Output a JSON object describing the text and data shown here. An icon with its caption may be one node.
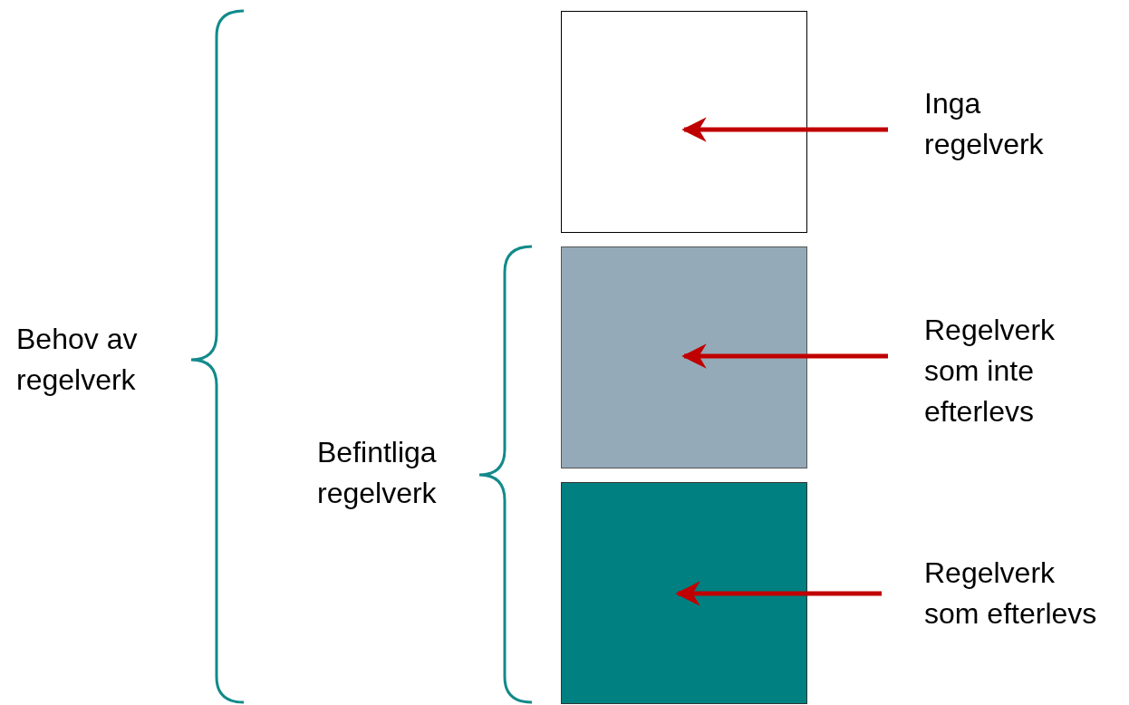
{
  "diagram": {
    "nodes": [
      {
        "text": [],
        "shape": "box"
      },
      {
        "text": [
          "Inga regelverk"
        ]
      },
      {
        "text": [],
        "shape": "box"
      },
      {
        "text": [
          "Regelverk som inte efterlevs"
        ]
      },
      {
        "text": [],
        "shape": "box"
      },
      {
        "text": [
          "Regelverk som efterlevs"
        ]
      }
    ],
    "edges": [
      {
        "from": 1,
        "to": 0,
        "arrow": "to"
      },
      {
        "from": 3,
        "to": 2,
        "arrow": "to"
      },
      {
        "from": 5,
        "to": 4,
        "arrow": "to"
      }
    ],
    "labels": [
      "Behov av regelverk",
      "Befintliga regelverk"
    ]
  }
}
